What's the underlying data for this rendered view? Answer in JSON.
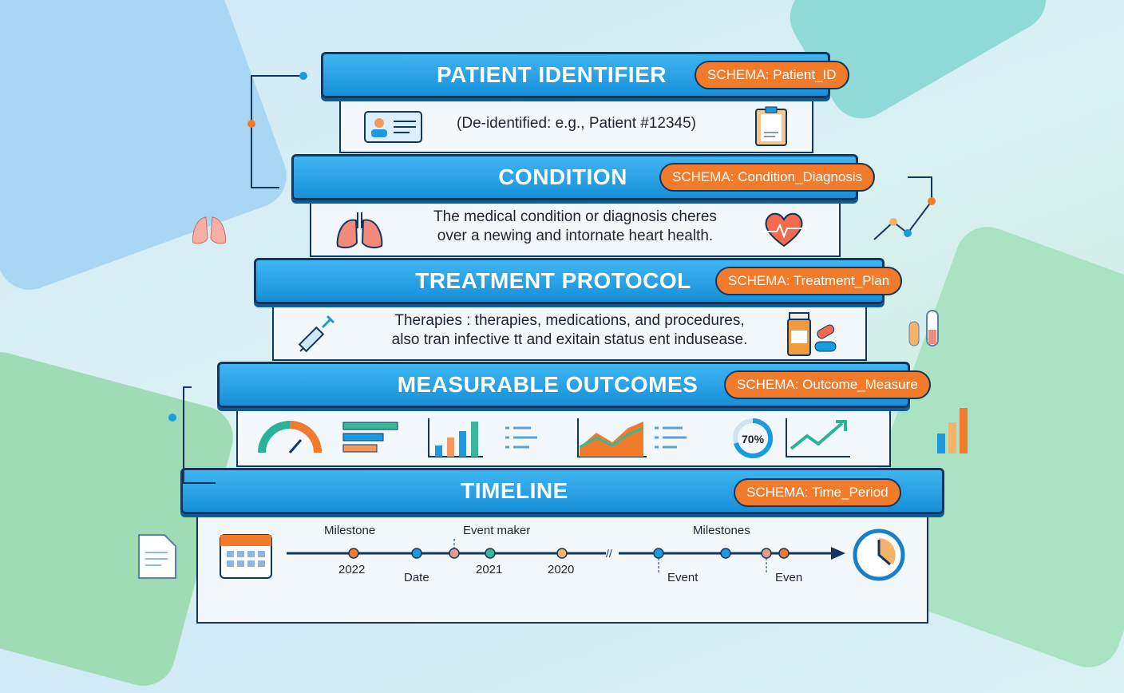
{
  "colors": {
    "header_blue": "#1a9be0",
    "schema_orange": "#f27b2b",
    "outline_navy": "#12365e"
  },
  "layers": [
    {
      "title": "PATIENT IDENTIFIER",
      "schema": "SCHEMA: Patient_ID",
      "description": [
        "(De-identified: e.g., Patient #12345)"
      ],
      "icons": [
        "id-card-icon",
        "clipboard-icon"
      ]
    },
    {
      "title": "CONDITION",
      "schema": "SCHEMA: Condition_Diagnosis",
      "description": [
        "The medical condition or diagnosis cheres",
        "over a newing and intornate heart health."
      ],
      "icons": [
        "lungs-icon",
        "heart-pulse-icon"
      ]
    },
    {
      "title": "TREATMENT PROTOCOL",
      "schema": "SCHEMA: Treatment_Plan",
      "description": [
        "Therapies : therapies, medications, and procedures,",
        "also tran infective tt and exitain status ent indusease."
      ],
      "icons": [
        "syringe-icon",
        "medicine-bottle-icon"
      ]
    },
    {
      "title": "MEASURABLE OUTCOMES",
      "schema": "SCHEMA: Outcome_Measure",
      "gauge_percent": "70%",
      "icons": [
        "gauge-icon",
        "bar-chart-icon",
        "area-chart-icon",
        "donut-chart-icon",
        "trend-line-icon"
      ]
    },
    {
      "title": "TIMELINE",
      "schema": "SCHEMA: Time_Period",
      "icons": [
        "calendar-icon",
        "clock-icon"
      ]
    }
  ],
  "timeline": {
    "above": [
      "Milestone",
      "Event maker",
      "Milestones"
    ],
    "below": [
      "2022",
      "Date",
      "2021",
      "2020",
      "Event",
      "Even"
    ]
  }
}
